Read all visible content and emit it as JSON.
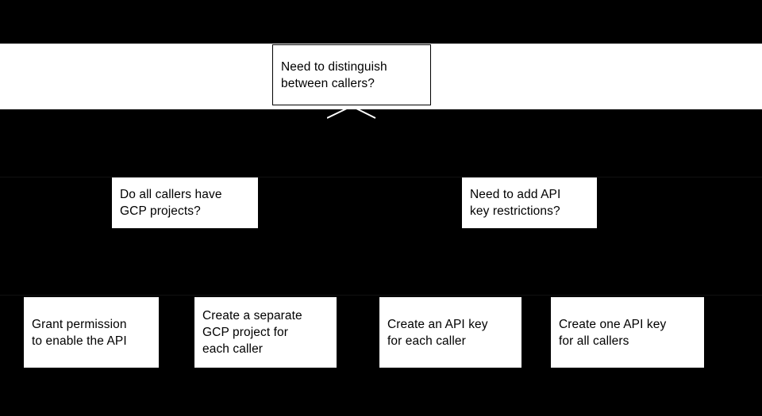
{
  "diagram": {
    "type": "decision-tree-flowchart",
    "background_color": "#000000",
    "node_fill_color": "#ffffff",
    "node_text_color": "#000000",
    "band_color": "#ffffff",
    "nodes": {
      "root": {
        "label": "Need to distinguish\nbetween callers?",
        "shape": "rectangle",
        "role": "decision"
      },
      "q_gcp_projects": {
        "label": "Do all callers have\nGCP projects?",
        "shape": "rectangle",
        "role": "decision"
      },
      "q_api_key_restrictions": {
        "label": "Need to add API\nkey restrictions?",
        "shape": "rectangle",
        "role": "decision"
      },
      "grant_permission": {
        "label": "Grant permission\nto enable the API",
        "shape": "rectangle",
        "role": "outcome"
      },
      "separate_project": {
        "label": "Create a separate\nGCP project for\neach caller",
        "shape": "rectangle",
        "role": "outcome"
      },
      "api_key_each": {
        "label": "Create an API key\nfor each caller",
        "shape": "rectangle",
        "role": "outcome"
      },
      "api_key_all": {
        "label": "Create one API key\nfor all callers",
        "shape": "rectangle",
        "role": "outcome"
      }
    },
    "connectors": [
      {
        "name": "root-branch-chevron",
        "from": "root",
        "style": "chevron",
        "stroke_color": "#ffffff"
      }
    ]
  }
}
